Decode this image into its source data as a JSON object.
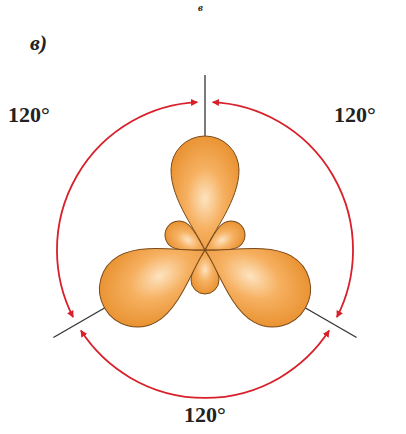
{
  "diagram": {
    "labels": [
      "в",
      "в)",
      "120°",
      "120°",
      "120°"
    ]
  }
}
